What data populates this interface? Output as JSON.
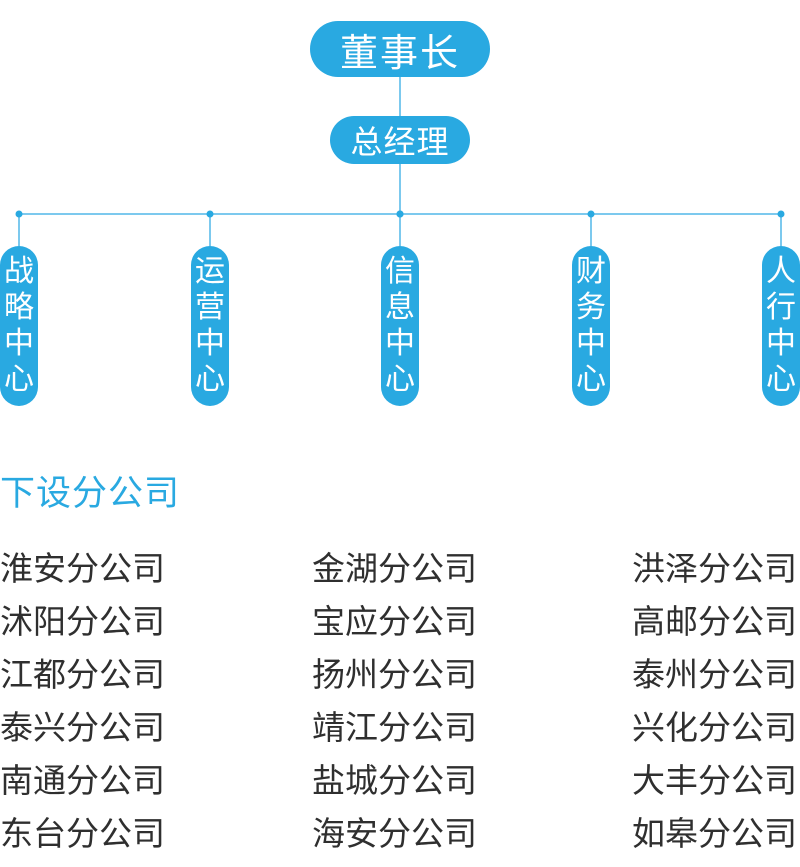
{
  "chart": {
    "chairman": "董事长",
    "general_manager": "总经理",
    "centers": [
      "战略中心",
      "运营中心",
      "信息中心",
      "财务中心",
      "人行中心"
    ]
  },
  "subsidiaries": {
    "heading": "下设分公司",
    "column_1": [
      "淮安分公司",
      "沭阳分公司",
      "江都分公司",
      "泰兴分公司",
      "南通分公司",
      "东台分公司"
    ],
    "column_2": [
      "金湖分公司",
      "宝应分公司",
      "扬州分公司",
      "靖江分公司",
      "盐城分公司",
      "海安分公司"
    ],
    "column_3": [
      "洪泽分公司",
      "高邮分公司",
      "泰州分公司",
      "兴化分公司",
      "大丰分公司",
      "如皋分公司"
    ]
  },
  "colors": {
    "accent": "#29a9e1",
    "text": "#2f2f2f",
    "line": "#7cc9ee"
  }
}
